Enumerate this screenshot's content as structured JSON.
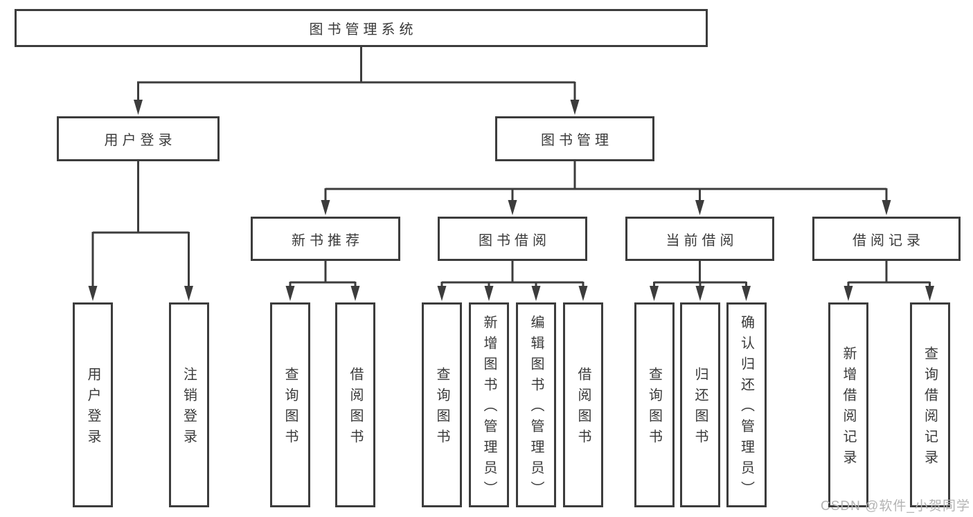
{
  "tree": {
    "root": {
      "label": "图书管理系统"
    },
    "children": [
      {
        "label": "用户登录",
        "children": [
          {
            "label": "用户登录"
          },
          {
            "label": "注销登录"
          }
        ]
      },
      {
        "label": "图书管理",
        "children": [
          {
            "label": "新书推荐",
            "children": [
              {
                "label": "查询图书"
              },
              {
                "label": "借阅图书"
              }
            ]
          },
          {
            "label": "图书借阅",
            "children": [
              {
                "label": "查询图书"
              },
              {
                "label": "新增图书（管理员）"
              },
              {
                "label": "编辑图书（管理员）"
              },
              {
                "label": "借阅图书"
              }
            ]
          },
          {
            "label": "当前借阅",
            "children": [
              {
                "label": "查询图书"
              },
              {
                "label": "归还图书"
              },
              {
                "label": "确认归还（管理员）"
              }
            ]
          },
          {
            "label": "借阅记录",
            "children": [
              {
                "label": "新增借阅记录"
              },
              {
                "label": "查询借阅记录"
              }
            ]
          }
        ]
      }
    ]
  },
  "watermark": {
    "text": "CSDN @软件_小贺同学"
  },
  "colors": {
    "line": "#3c3c3c",
    "box_border": "#3c3c3c",
    "text": "#3a3a3a",
    "watermark": "#b3b3b3",
    "background": "#ffffff"
  }
}
